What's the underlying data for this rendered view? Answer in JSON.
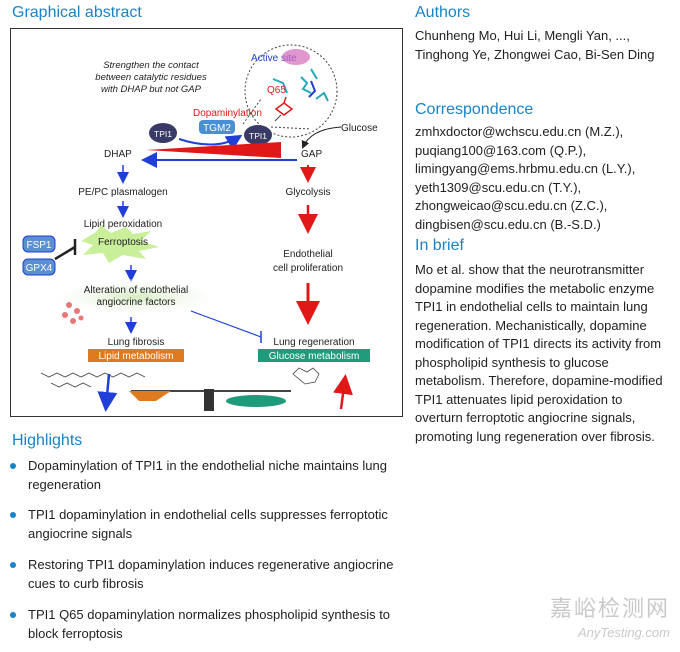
{
  "graphical_abstract": {
    "title": "Graphical abstract",
    "labels": {
      "strengthen": [
        "Strengthen the contact",
        "between catalytic residues",
        "with DHAP but not GAP"
      ],
      "active_site": "Active site",
      "q65": "Q65",
      "dopaminylation": "Dopaminylation",
      "tgm2": "TGM2",
      "tpi1_left": "TPI1",
      "tpi1_right": "TPI1",
      "glucose": "Glucose",
      "dhap": "DHAP",
      "gap": "GAP",
      "pe_pc": "PE/PC plasmalogen",
      "lipid_perox": "Lipid peroxidation",
      "ferroptosis": "Ferroptosis",
      "fsp1": "FSP1",
      "gpx4": "GPX4",
      "alteration": [
        "Alteration of endothelial",
        "angiocrine factors"
      ],
      "glycolysis": "Glycolysis",
      "endothelial": [
        "Endothelial",
        "cell proliferation"
      ],
      "lung_fibrosis": "Lung fibrosis",
      "lipid_metabolism": "Lipid metabolism",
      "lung_regeneration": "Lung regeneration",
      "glucose_metabolism": "Glucose metabolism"
    },
    "colors": {
      "blue": "#1f3fd6",
      "red": "#e01818",
      "orange_box": "#e07a1e",
      "teal_box": "#1f9a7a",
      "accent": "#1a84c7"
    }
  },
  "highlights": {
    "title": "Highlights",
    "items": [
      "Dopaminylation of TPI1 in the endothelial niche maintains lung regeneration",
      "TPI1 dopaminylation in endothelial cells suppresses ferroptotic angiocrine signals",
      "Restoring TPI1 dopaminylation induces regenerative angiocrine cues to curb fibrosis",
      "TPI1 Q65 dopaminylation normalizes phospholipid synthesis to block ferroptosis"
    ]
  },
  "authors": {
    "title": "Authors",
    "text": "Chunheng Mo, Hui Li, Mengli Yan, ..., Tinghong Ye, Zhongwei Cao, Bi-Sen Ding"
  },
  "correspondence": {
    "title": "Correspondence",
    "emails": [
      "zmhxdoctor@wchscu.edu.cn (M.Z.),",
      "puqiang100@163.com (Q.P.),",
      "limingyang@ems.hrbmu.edu.cn (L.Y.),",
      "yeth1309@scu.edu.cn (T.Y.),",
      "zhongweicao@scu.edu.cn (Z.C.),",
      "dingbisen@scu.edu.cn (B.-S.D.)"
    ]
  },
  "in_brief": {
    "title": "In brief",
    "text": "Mo et al. show that the neurotransmitter dopamine modifies the metabolic enzyme TPI1 in endothelial cells to maintain lung regeneration. Mechanistically, dopamine modification of TPI1 directs its activity from phospholipid synthesis to glucose metabolism. Therefore, dopamine-modified TPI1 attenuates lipid peroxidation to overturn ferroptotic angiocrine signals, promoting lung regeneration over fibrosis."
  },
  "watermark": {
    "cn": "嘉峪检测网",
    "en": "AnyTesting.com"
  }
}
